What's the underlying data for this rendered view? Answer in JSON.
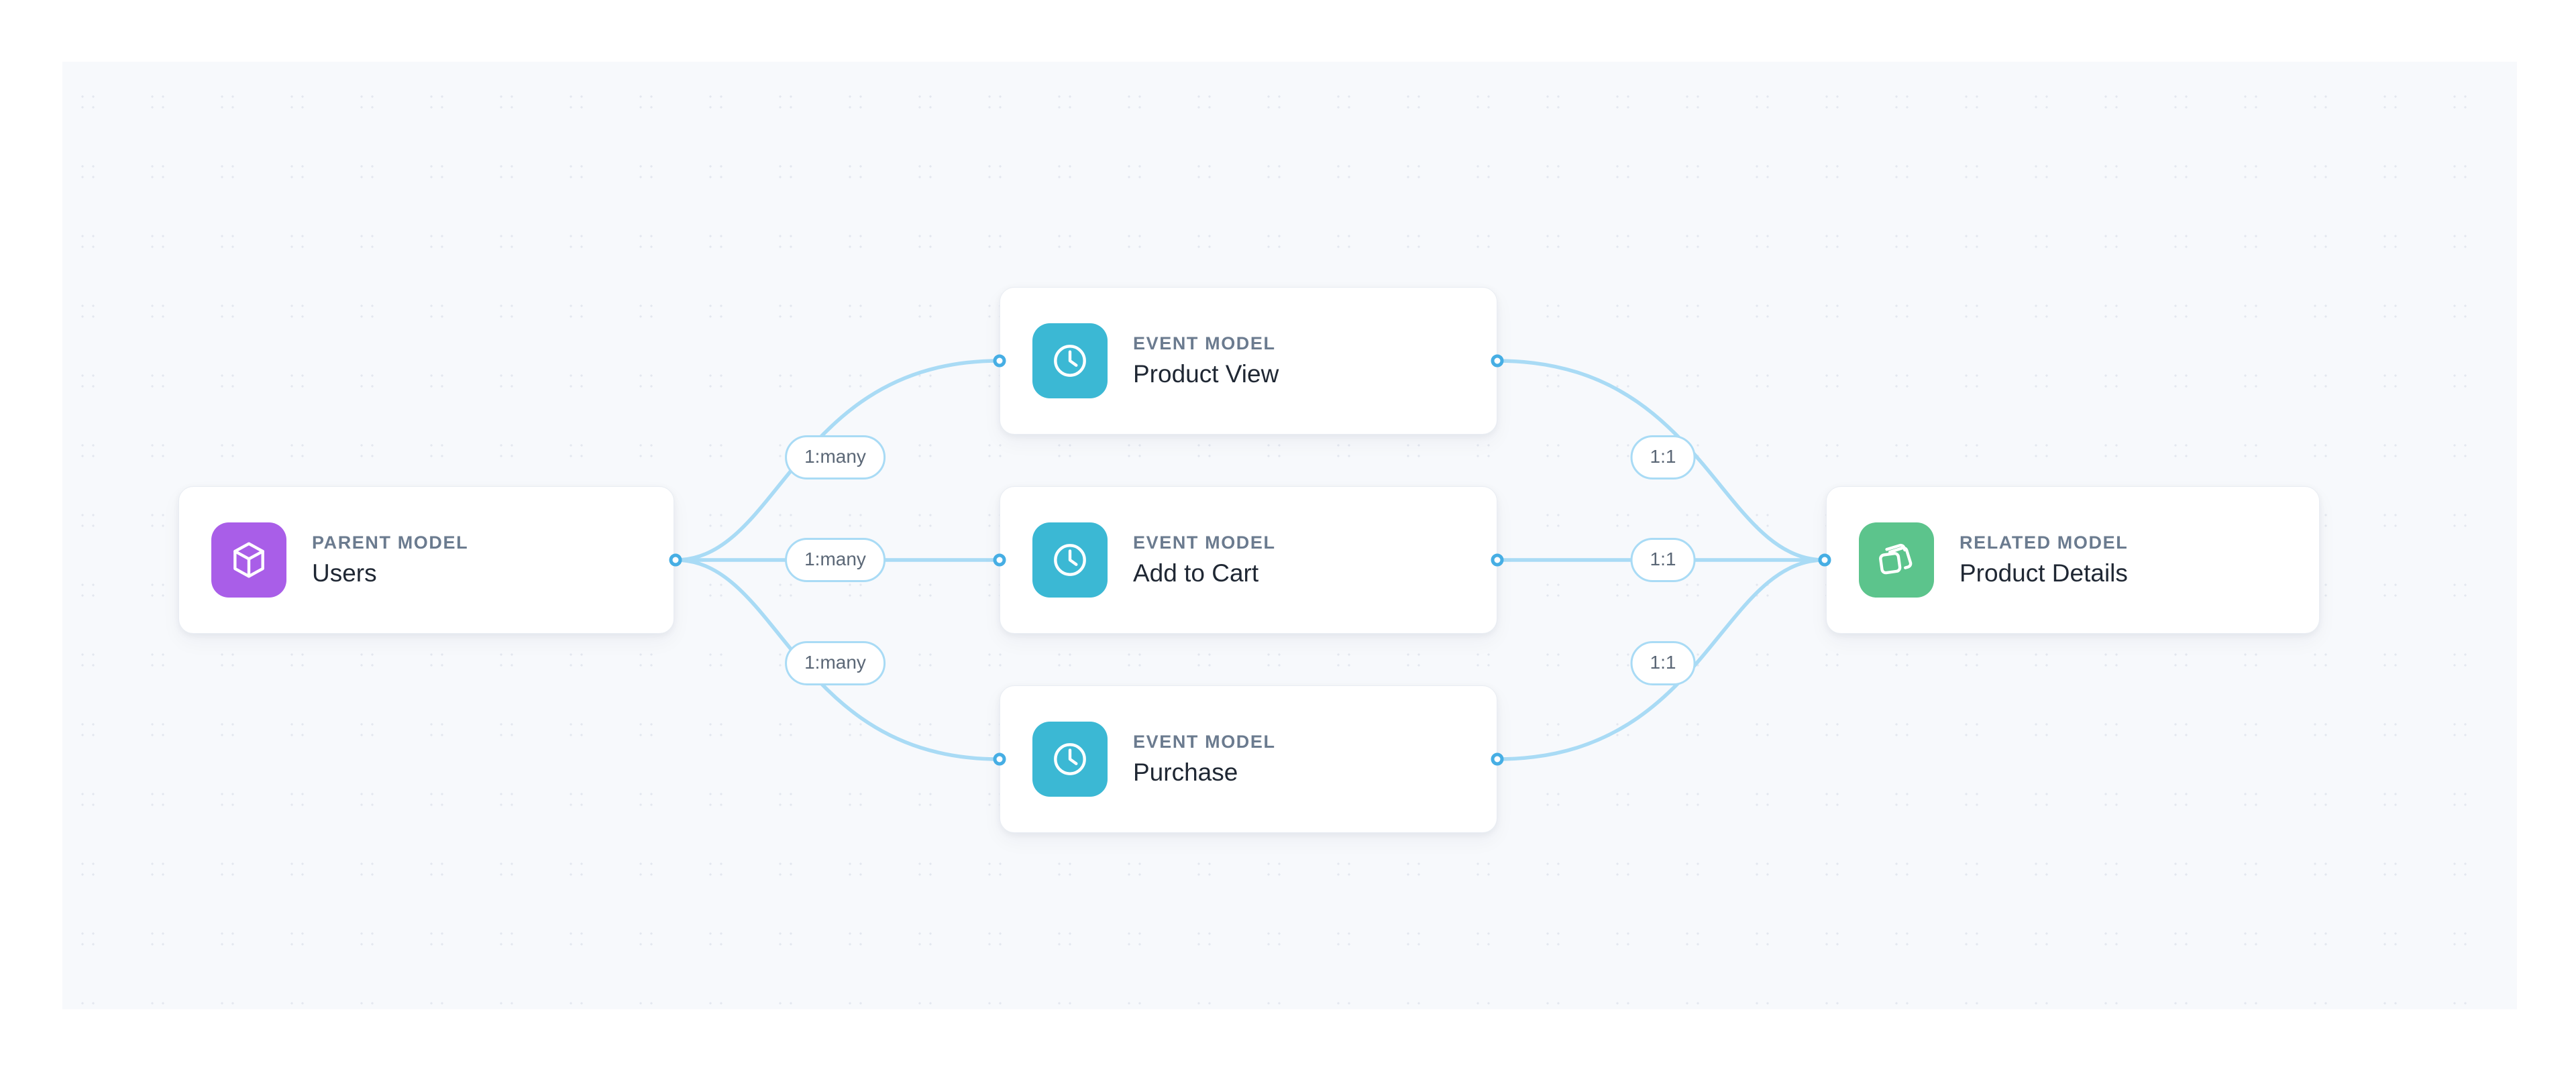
{
  "canvas": {
    "background_color": "#f7f9fc",
    "dot_color": "#e3e7ef"
  },
  "theme": {
    "edge_color": "#a9dbf5",
    "port_color": "#46aee4",
    "parent_icon_color": "#a95ee8",
    "event_icon_color": "#3bb8d4",
    "related_icon_color": "#5cc48c",
    "kicker_color": "#6b7b8f",
    "title_color": "#1f2733"
  },
  "nodes": {
    "parent": {
      "kicker": "PARENT MODEL",
      "title": "Users",
      "icon": "cube-icon"
    },
    "events": [
      {
        "kicker": "EVENT MODEL",
        "title": "Product View",
        "icon": "clock-icon"
      },
      {
        "kicker": "EVENT MODEL",
        "title": "Add to Cart",
        "icon": "clock-icon"
      },
      {
        "kicker": "EVENT MODEL",
        "title": "Purchase",
        "icon": "clock-icon"
      }
    ],
    "related": {
      "kicker": "RELATED MODEL",
      "title": "Product Details",
      "icon": "layers-icon"
    }
  },
  "relationships": {
    "left": [
      {
        "label": "1:many"
      },
      {
        "label": "1:many"
      },
      {
        "label": "1:many"
      }
    ],
    "right": [
      {
        "label": "1:1"
      },
      {
        "label": "1:1"
      },
      {
        "label": "1:1"
      }
    ]
  }
}
